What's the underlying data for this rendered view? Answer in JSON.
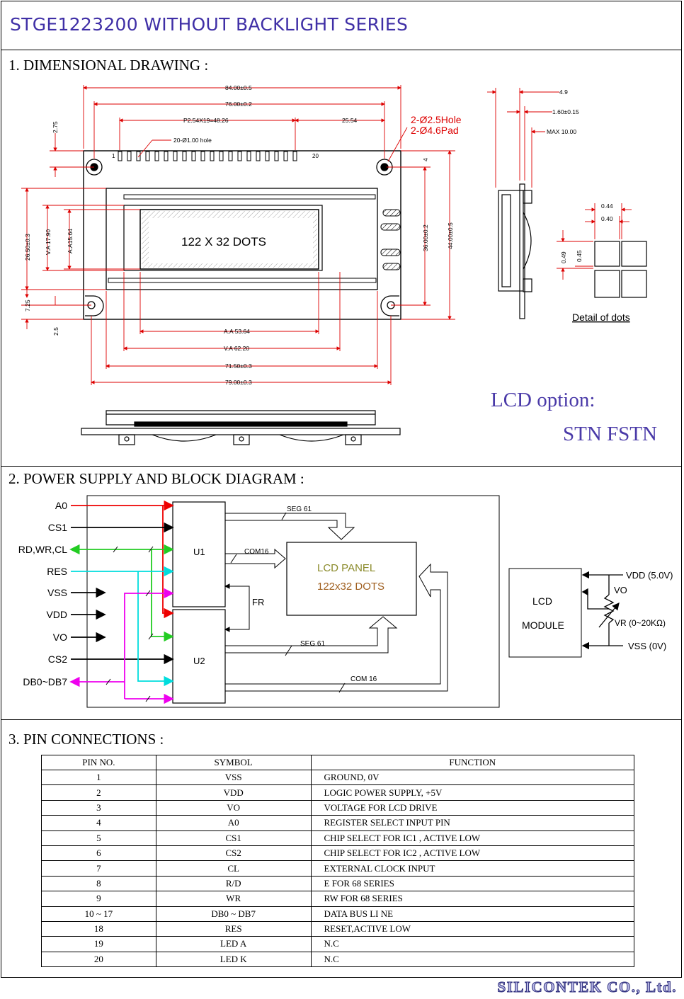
{
  "title": "STGE1223200  WITHOUT BACKLIGHT SERIES",
  "sections": {
    "s1": "1. DIMENSIONAL  DRAWING :",
    "s2": "2. POWER SUPPLY   AND  BLOCK DIAGRAM :",
    "s3": "3. PIN  CONNECTIONS :"
  },
  "lcd_option": {
    "label": "LCD option:",
    "value": "STN  FSTN"
  },
  "drawing": {
    "dims": {
      "d84": "84.00±0.5",
      "d76": "76.00±0.2",
      "pitch": "P2.54X19=48.26",
      "d2554": "25.54",
      "hole": "20-Ø1.00  hole",
      "hole2": "2-Ø2.5Hole",
      "pad2": "2-Ø4.6Pad",
      "d275": "2.75",
      "pin1": "1",
      "pin20": "20",
      "d4": "4",
      "d2650": "26.50±0.3",
      "va1790": "V.A  17.90",
      "aa1564": "A.A15.64",
      "d3600": "36.00±0.2",
      "d4400": "44.00±0.5",
      "d725": "7.25",
      "d25": "2.5",
      "aa5364": "A.A  53.64",
      "va6220": "V.A  62.20",
      "d7150": "71.50±0.3",
      "d7900": "79.00±0.3",
      "dots": "122  X  32  DOTS",
      "d49": "4.9",
      "d160": "1.60±0.15",
      "max": "MAX  10.00",
      "d044": "0.44",
      "d040": "0.40",
      "d049": "0.49",
      "d045": "0.45",
      "detail": "Detail  of  dots"
    }
  },
  "block": {
    "signals": [
      "A0",
      "CS1",
      "RD,WR,CL",
      "RES",
      "VSS",
      "VDD",
      "VO",
      "CS2",
      "DB0~DB7"
    ],
    "u1": "U1",
    "u2": "U2",
    "seg61a": "SEG 61",
    "com16a": "COM16",
    "fr": "FR",
    "seg61b": "SEG 61",
    "com16b": "COM 16",
    "panel1": "LCD  PANEL",
    "panel2": "122x32 DOTS",
    "module1": "LCD",
    "module2": "MODULE",
    "vdd": "VDD (5.0V)",
    "vo": "VO",
    "vr": "VR (0~20KΩ)",
    "vss": "VSS (0V)"
  },
  "pins": {
    "headers": [
      "PIN  NO.",
      "SYMBOL",
      "FUNCTION"
    ],
    "rows": [
      [
        "1",
        "VSS",
        "GROUND, 0V"
      ],
      [
        "2",
        "VDD",
        "LOGIC  POWER  SUPPLY,  +5V"
      ],
      [
        "3",
        "VO",
        "VOLTAGE    FOR    LCD   DRIVE"
      ],
      [
        "4",
        "A0",
        "REGISTER SELECT INPUT PIN"
      ],
      [
        "5",
        "CS1",
        "CHIP SELECT FOR IC1 , ACTIVE LOW"
      ],
      [
        "6",
        "CS2",
        "CHIP SELECT FOR IC2 , ACTIVE LOW"
      ],
      [
        "7",
        "CL",
        "EXTERNAL CLOCK INPUT"
      ],
      [
        "8",
        "R/D",
        "E FOR 68 SERIES"
      ],
      [
        "9",
        "WR",
        "RW FOR 68 SERIES"
      ],
      [
        "10 ~ 17",
        "DB0 ~ DB7",
        "DATA  BUS  LI NE"
      ],
      [
        "18",
        "RES",
        "RESET,ACTIVE LOW"
      ],
      [
        "19",
        "LED A",
        "N.C"
      ],
      [
        "20",
        "LED K",
        "N.C"
      ]
    ]
  },
  "footer": "SILICONTEK CO., Ltd."
}
